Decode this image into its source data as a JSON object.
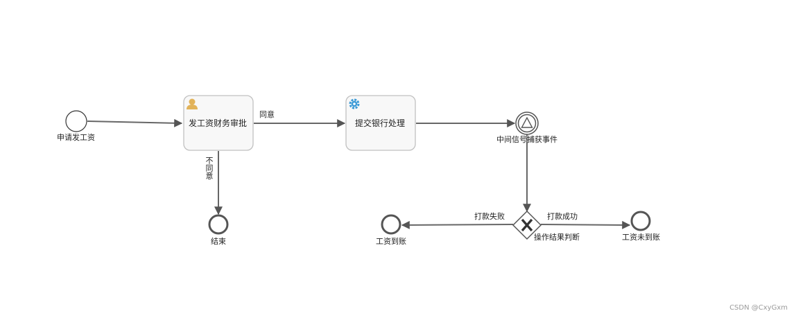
{
  "diagram": {
    "nodes": {
      "start_event": {
        "label": "申请发工资"
      },
      "finance_review_task": {
        "label": "发工资财务审批",
        "icon": "user-icon"
      },
      "bank_task": {
        "label": "提交银行处理",
        "icon": "gear-icon"
      },
      "signal_catch_event": {
        "label": "中间信号捕获事件",
        "icon": "signal-triangle-icon"
      },
      "result_gateway": {
        "label": "操作结果判断",
        "icon": "x-mark-icon"
      },
      "end_event_reject": {
        "label": "结束"
      },
      "end_event_paid": {
        "label": "工资到账"
      },
      "end_event_unpaid": {
        "label": "工资未到账"
      }
    },
    "flows": {
      "agree": {
        "label": "同意"
      },
      "disagree": {
        "label": "不同意"
      },
      "payment_failed": {
        "label": "打款失败"
      },
      "payment_success": {
        "label": "打款成功"
      }
    },
    "colors": {
      "stroke": "#666666",
      "task_fill": "#f8f8f8",
      "task_border": "#c0c0c0",
      "user_icon": "#e2b35a",
      "gear_icon": "#3c9ad6"
    }
  },
  "watermark": "CSDN @CxyGxm"
}
